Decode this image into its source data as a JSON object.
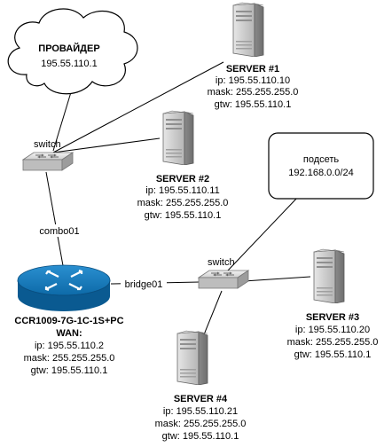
{
  "provider": {
    "title": "ПРОВАЙДЕР",
    "ip": "195.55.110.1"
  },
  "switch_top": {
    "label": "switch"
  },
  "switch_bottom": {
    "label": "switch"
  },
  "links": {
    "combo": "combo01",
    "bridge": "bridge01"
  },
  "subnet": {
    "label": "подсеть",
    "cidr": "192.168.0.0/24"
  },
  "router": {
    "model": "CCR1009-7G-1C-1S+PC",
    "wan": "WAN:",
    "ip": "ip: 195.55.110.2",
    "mask": "mask: 255.255.255.0",
    "gtw": "gtw: 195.55.110.1"
  },
  "server1": {
    "name": "SERVER #1",
    "ip": "ip: 195.55.110.10",
    "mask": "mask: 255.255.255.0",
    "gtw": "gtw: 195.55.110.1"
  },
  "server2": {
    "name": "SERVER #2",
    "ip": "ip: 195.55.110.11",
    "mask": "mask: 255.255.255.0",
    "gtw": "gtw: 195.55.110.1"
  },
  "server3": {
    "name": "SERVER #3",
    "ip": "ip: 195.55.110.20",
    "mask": "mask: 255.255.255.0",
    "gtw": "gtw: 195.55.110.1"
  },
  "server4": {
    "name": "SERVER #4",
    "ip": "ip: 195.55.110.21",
    "mask": "mask: 255.255.255.0",
    "gtw": "gtw: 195.55.110.1"
  },
  "colors": {
    "router_blue": "#0d6aa8",
    "server_gray": "#9a9a9a",
    "switch_gray": "#c8c8c8"
  }
}
